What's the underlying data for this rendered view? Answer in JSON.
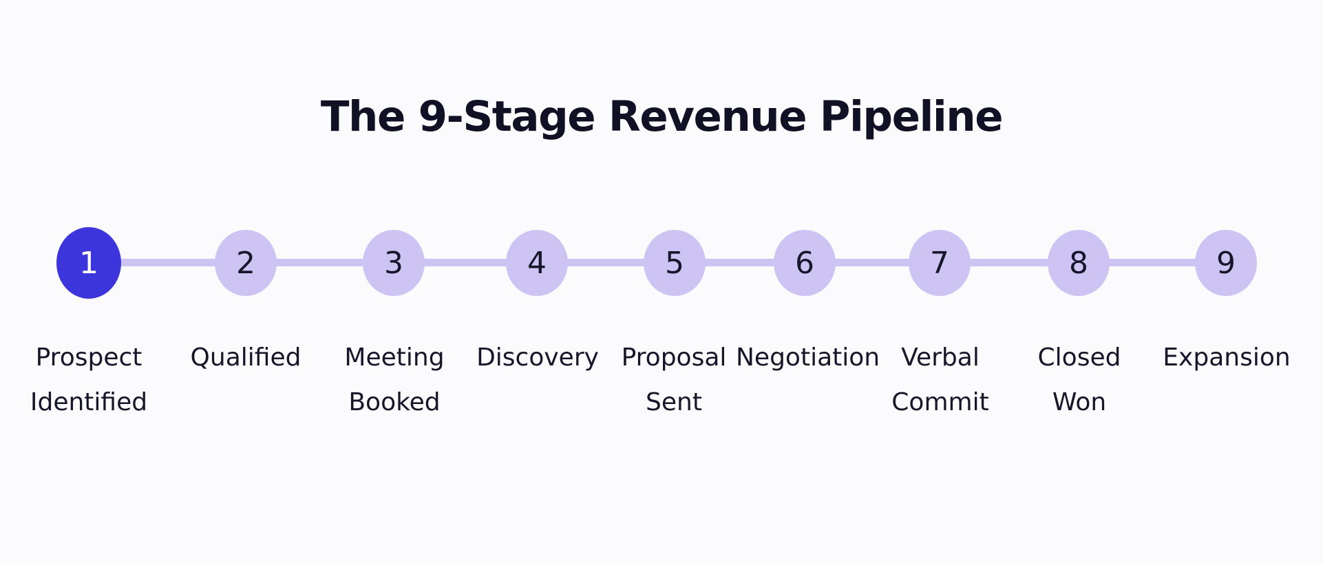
{
  "title": "The 9-Stage Revenue Pipeline",
  "colors": {
    "active_node": "#3d35dc",
    "inactive_node": "#cdc4f4",
    "connector": "#cdc4f4",
    "text": "#16162a"
  },
  "active_stage": 1,
  "stages": [
    {
      "number": "1",
      "label": "Prospect\nIdentified"
    },
    {
      "number": "2",
      "label": "Qualified"
    },
    {
      "number": "3",
      "label": "Meeting\nBooked"
    },
    {
      "number": "4",
      "label": "Discovery"
    },
    {
      "number": "5",
      "label": "Proposal\nSent"
    },
    {
      "number": "6",
      "label": "Negotiation"
    },
    {
      "number": "7",
      "label": "Verbal\nCommit"
    },
    {
      "number": "8",
      "label": "Closed\nWon"
    },
    {
      "number": "9",
      "label": "Expansion"
    }
  ]
}
